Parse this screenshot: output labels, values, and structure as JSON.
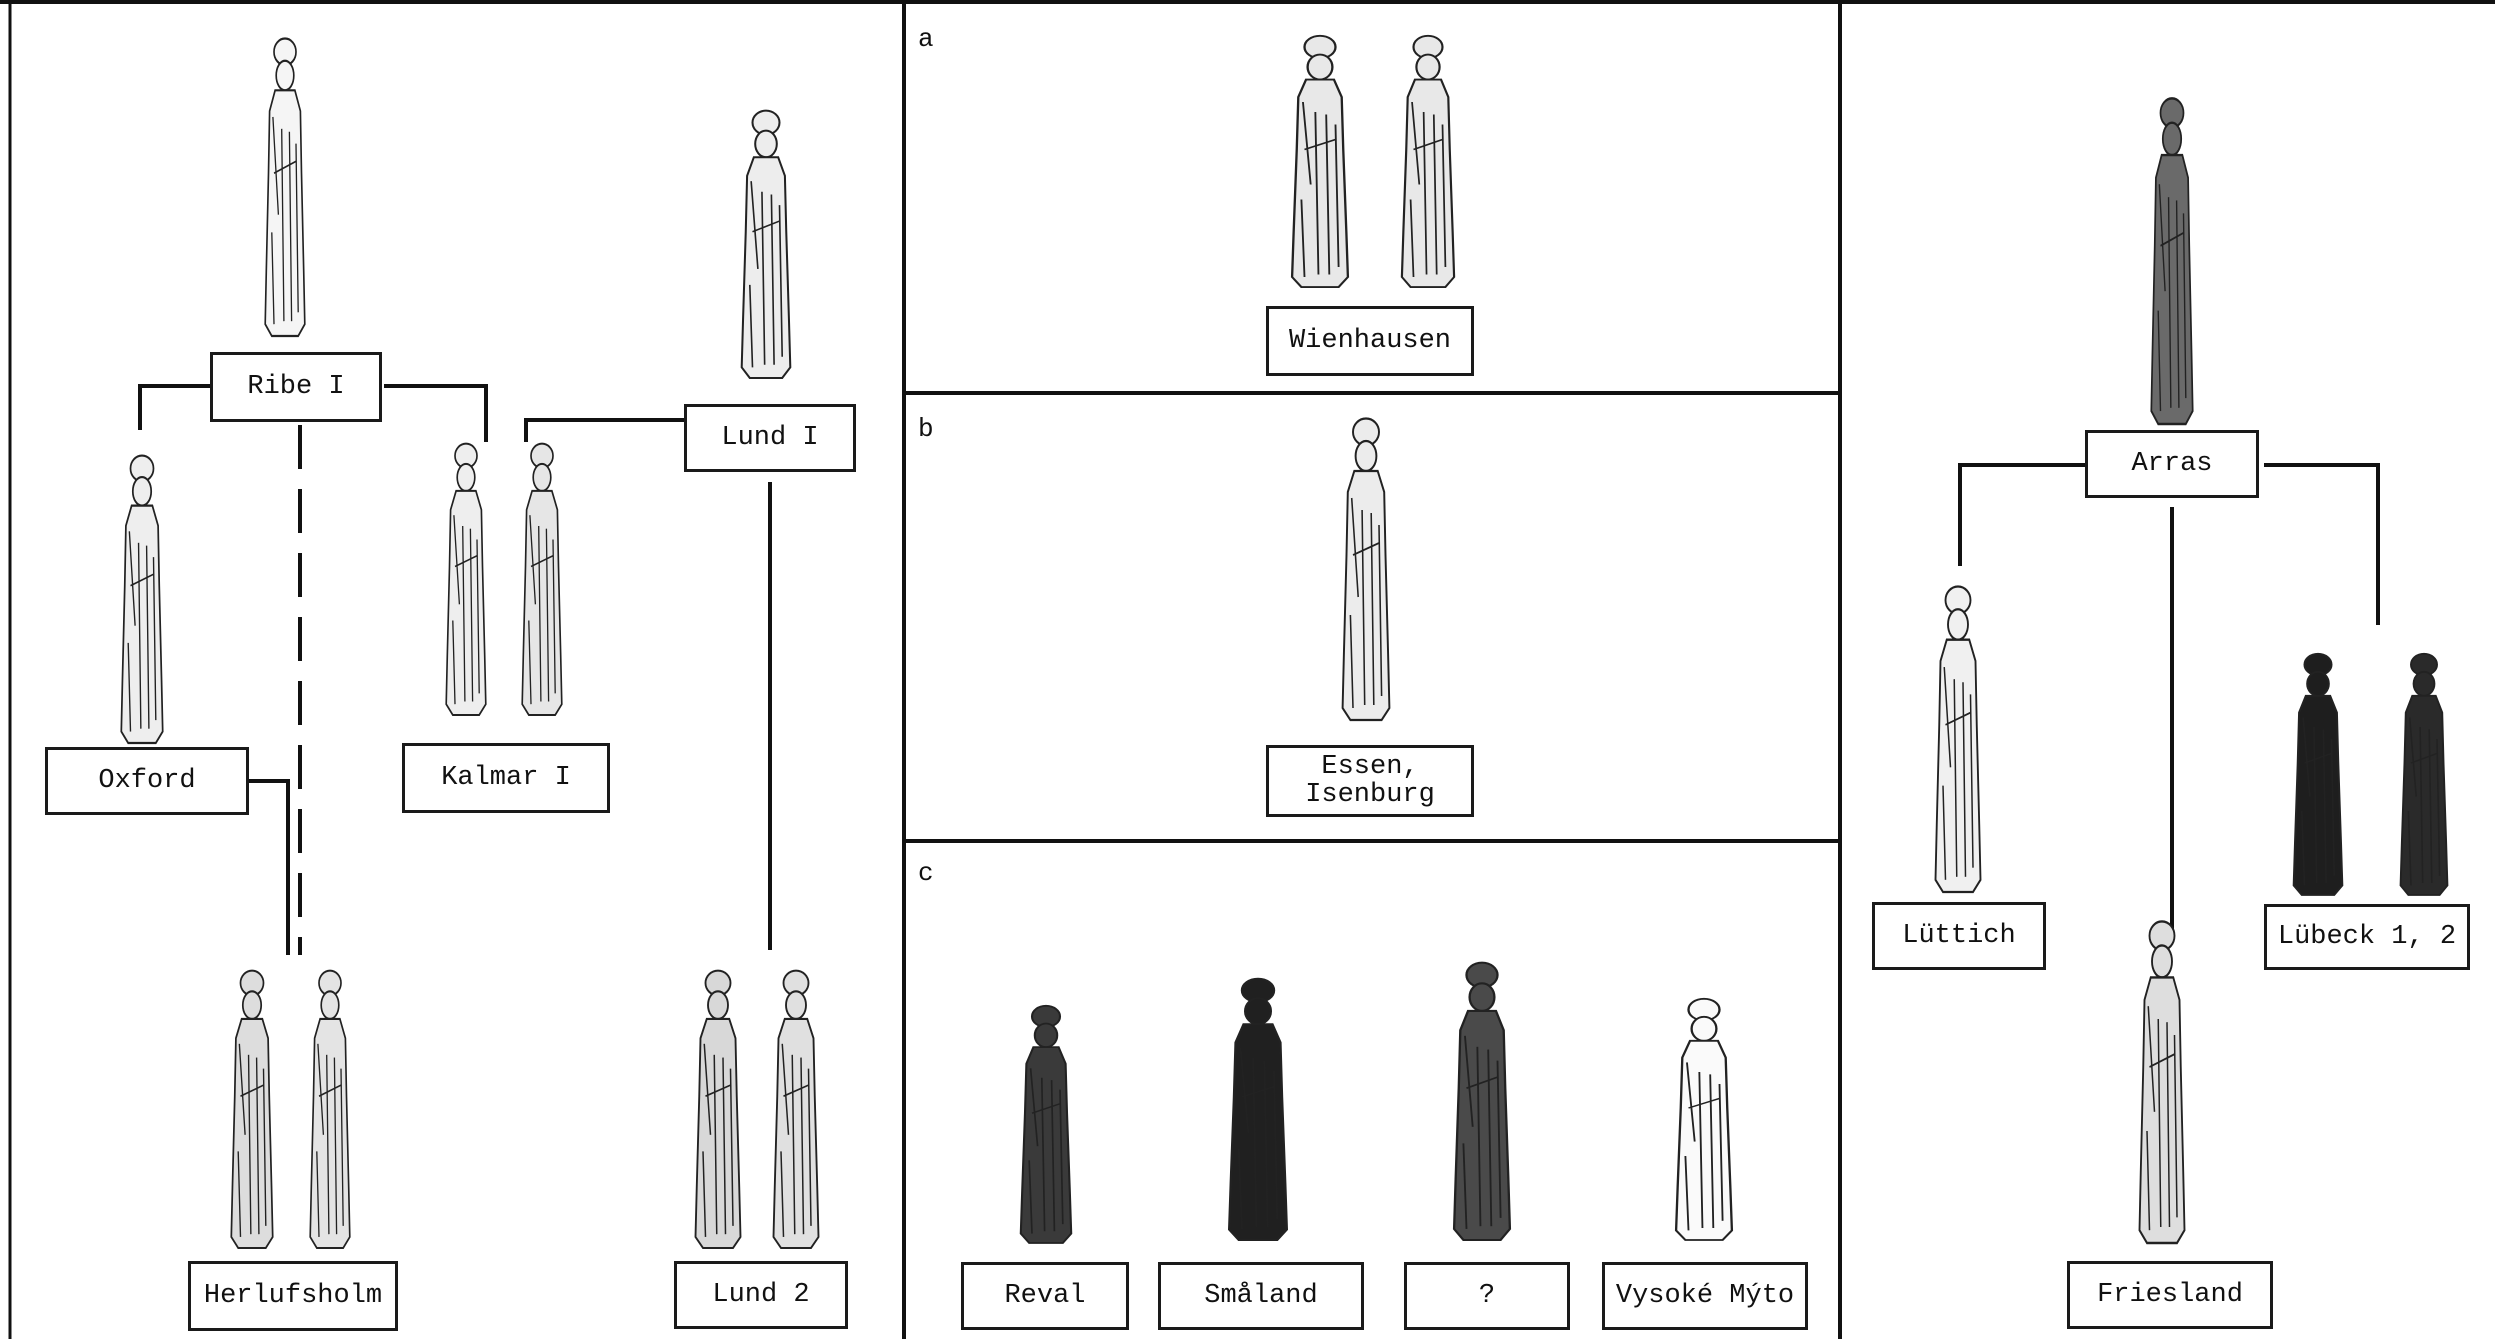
{
  "left_panel": {
    "labels": {
      "ribe": "Ribe I",
      "lund1": "Lund I",
      "oxford": "Oxford",
      "kalmar": "Kalmar I",
      "herlufsholm": "Herlufsholm",
      "lund2": "Lund 2"
    }
  },
  "middle_panel": {
    "section_a": {
      "letter": "a",
      "label": "Wienhausen"
    },
    "section_b": {
      "letter": "b",
      "label": "Essen,\nIsenburg"
    },
    "section_c": {
      "letter": "c",
      "labels": {
        "reval": "Reval",
        "smaland": "Småland",
        "unknown": "?",
        "vysoke": "Vysoké Mýto"
      }
    }
  },
  "right_panel": {
    "labels": {
      "arras": "Arras",
      "luttich": "Lüttich",
      "lubeck": "Lübeck 1, 2",
      "friesland": "Friesland"
    }
  }
}
